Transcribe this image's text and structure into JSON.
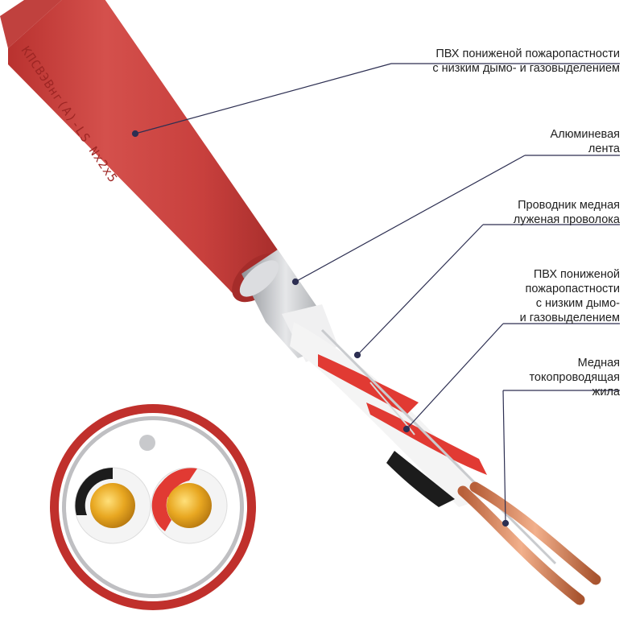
{
  "cable_marking": "КПСВЭВнг(А)-LS  Nx2x5",
  "colors": {
    "jacket": "#c9423f",
    "jacket_dark": "#a8302e",
    "foil": "#c4c6c9",
    "copper": "#d8825a",
    "insulation_red": "#e13a33",
    "insulation_black": "#1c1c1c",
    "leader_line": "#2d2f52"
  },
  "callouts": [
    {
      "id": "outer-sheath",
      "lines": [
        "ПВХ пониженой пожаропастности",
        "с низким дымо- и газовыделением"
      ]
    },
    {
      "id": "aluminum-tape",
      "lines": [
        "Алюминевая",
        "лента"
      ]
    },
    {
      "id": "drain-wire",
      "lines": [
        "Проводник медная",
        "луженая проволока"
      ]
    },
    {
      "id": "insulation",
      "lines": [
        "ПВХ пониженой",
        "пожаропастности",
        "с низким дымо-",
        "и газовыделением"
      ]
    },
    {
      "id": "conductor",
      "lines": [
        "Медная",
        "токопроводящая",
        "жила"
      ]
    }
  ]
}
